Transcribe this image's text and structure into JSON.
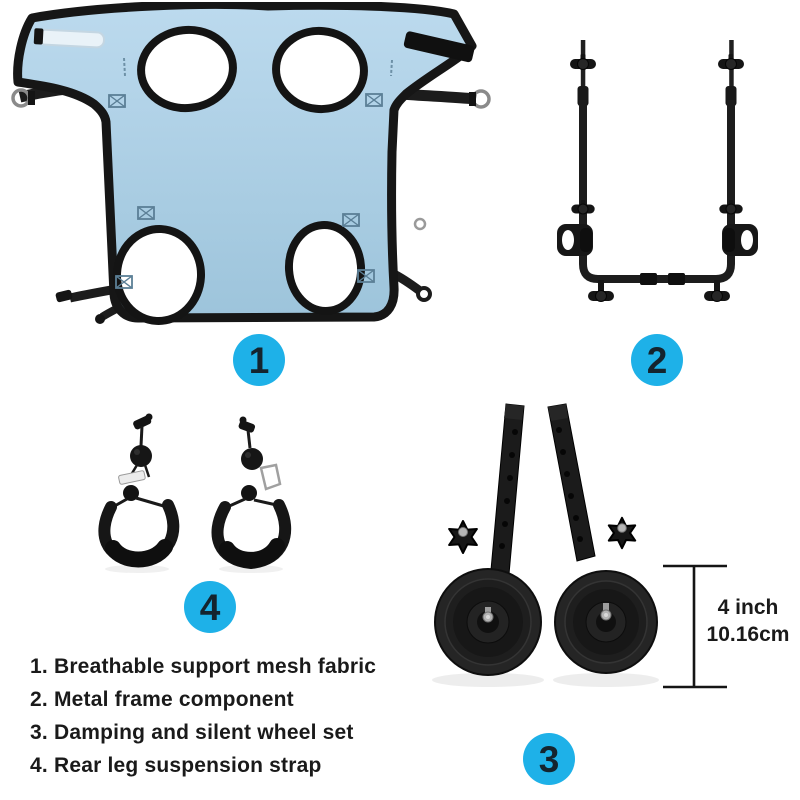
{
  "colors": {
    "page_background": "#ffffff",
    "badge_cyan": "#1eb1e8",
    "badge_number": "#14242e",
    "harness_blue": "#aed2e8",
    "trim_black": "#161616",
    "text_dark": "#1a1a1a"
  },
  "callouts": [
    {
      "label": "1"
    },
    {
      "label": "2"
    },
    {
      "label": "3"
    },
    {
      "label": "4"
    }
  ],
  "dimension": {
    "inches": "4 inch",
    "metric": "10.16cm"
  },
  "legend": {
    "items": [
      "1. Breathable support mesh fabric",
      "2. Metal frame component",
      "3. Damping and silent wheel set",
      "4. Rear leg suspension strap"
    ]
  }
}
